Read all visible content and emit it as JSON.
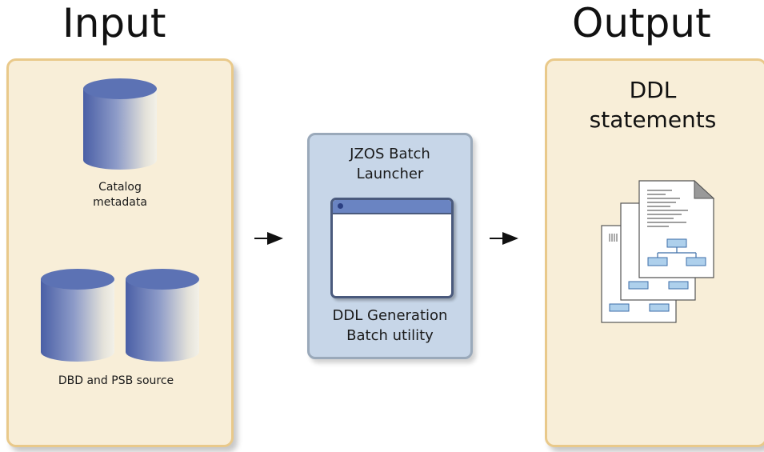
{
  "headings": {
    "input": "Input",
    "output": "Output"
  },
  "input_panel": {
    "catalog_label": "Catalog\nmetadata",
    "dbd_label": "DBD and PSB source"
  },
  "process": {
    "top_label": "JZOS Batch\nLauncher",
    "bottom_label": "DDL Generation\nBatch utility"
  },
  "output_panel": {
    "label": "DDL\nstatements"
  },
  "colors": {
    "panel_fill": "#f8eed8",
    "panel_border": "#e9c98a",
    "process_fill": "#c7d6e8",
    "cylinder_top": "#5c72b4",
    "flowchart_box": "#aed0ec"
  },
  "icons": [
    "database-cylinder-icon",
    "application-window-icon",
    "document-stack-icon",
    "arrow-right-icon"
  ]
}
